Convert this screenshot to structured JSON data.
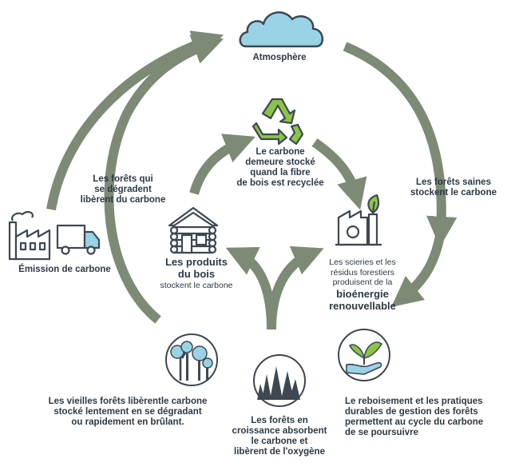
{
  "colors": {
    "arrow": "#7d8a75",
    "icon_dark": "#3d4852",
    "icon_blue": "#9ad3e6",
    "icon_green": "#8cc44a",
    "text": "#2c3a45"
  },
  "nodes": {
    "atmosphere": {
      "label": "Atmosphère",
      "icon": "cloud-icon"
    },
    "recycle": {
      "lines": [
        "Le carbone",
        "demeure stocké",
        "quand la fibre",
        "de bois est recyclée"
      ],
      "icon": "recycle-icon"
    },
    "wood_products": {
      "title_lines": [
        "Les produits",
        "du bois"
      ],
      "subtitle": "stockent le carbone",
      "icon": "log-cabin-icon"
    },
    "bioenergy": {
      "lines": [
        "Les scieries et les",
        "résidus forestiers",
        "produisent de la"
      ],
      "bold_lines": [
        "bioénergie",
        "renouvellable"
      ],
      "icon": "factory-leaf-icon"
    },
    "emission": {
      "label": "Émission de carbone",
      "icons": [
        "factory-icon",
        "truck-icon"
      ]
    },
    "degrading_forests": {
      "lines": [
        "Les forêts qui",
        "se dégradent",
        "libèrent du carbone"
      ]
    },
    "healthy_forests": {
      "lines": [
        "Les forêts saines",
        "stockent le carbone"
      ]
    },
    "old_forests": {
      "lines": [
        "Les vieilles forêts libèrentle carbone",
        "stocké lentement en se dégradant",
        "ou rapidement en brûlant."
      ],
      "icon": "old-forest-icon"
    },
    "growing_forests": {
      "lines": [
        "Les forêts en",
        "croissance absorbent",
        "le carbone et",
        "libèrent de l'oxygène"
      ],
      "icon": "young-forest-icon"
    },
    "reforestation": {
      "lines": [
        "Le reboisement et les pratiques",
        "durables de gestion des forêts",
        "permettent au cycle du carbone",
        "de se poursuivre"
      ],
      "icon": "hand-seedling-icon"
    }
  }
}
